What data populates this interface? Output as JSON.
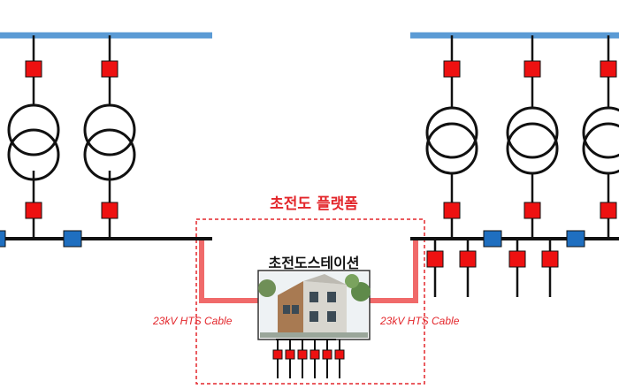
{
  "platform_label": "초전도 플랫폼",
  "station_label": "초전도스테이션",
  "cable_left_label": "23kV HTS Cable",
  "cable_right_label": "23kV HTS Cable",
  "colors": {
    "hv_bus": "#5b9bd5",
    "mv_bus": "#111111",
    "breaker": "#ee1111",
    "bus_coupler": "#1f6fc0",
    "hts_cable": "#f06a6a",
    "platform_border": "#e3262b",
    "label_red": "#e3262b"
  }
}
